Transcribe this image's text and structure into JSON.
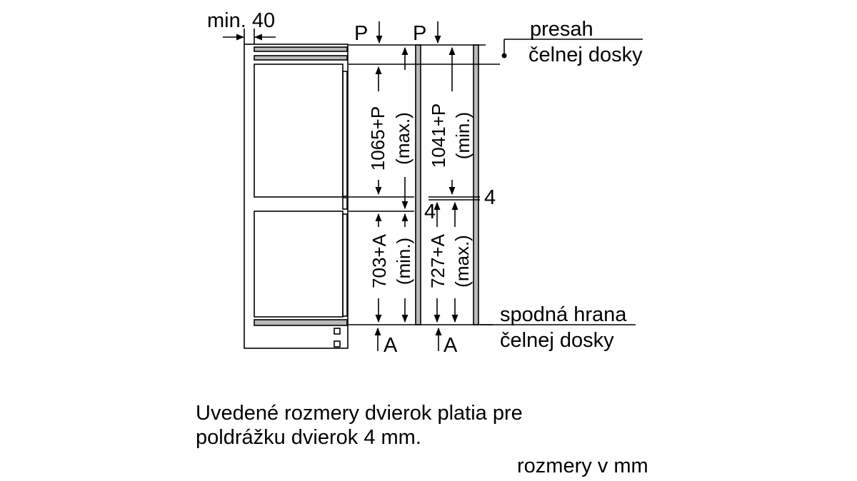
{
  "diagram": {
    "min_gap_label": "min. 40",
    "panel_overlap_symbol": "P",
    "bottom_offset_symbol": "A",
    "gap_value": "4",
    "top_edge_label_line1": "presah",
    "top_edge_label_line2": "čelnej dosky",
    "bottom_edge_label_line1": "spodná hrana",
    "bottom_edge_label_line2": "čelnej dosky",
    "upper_door_max": {
      "value": "1065+P",
      "qualifier": "(max.)"
    },
    "upper_door_min": {
      "value": "1041+P",
      "qualifier": "(min.)"
    },
    "lower_door_min": {
      "value": "703+A",
      "qualifier": "(min.)"
    },
    "lower_door_max": {
      "value": "727+A",
      "qualifier": "(max.)"
    }
  },
  "notes": {
    "door_gap_note_line1": "Uvedené rozmery dvierok platia pre",
    "door_gap_note_line2": "poldrážku dvierok 4 mm.",
    "units": "rozmery v mm"
  }
}
